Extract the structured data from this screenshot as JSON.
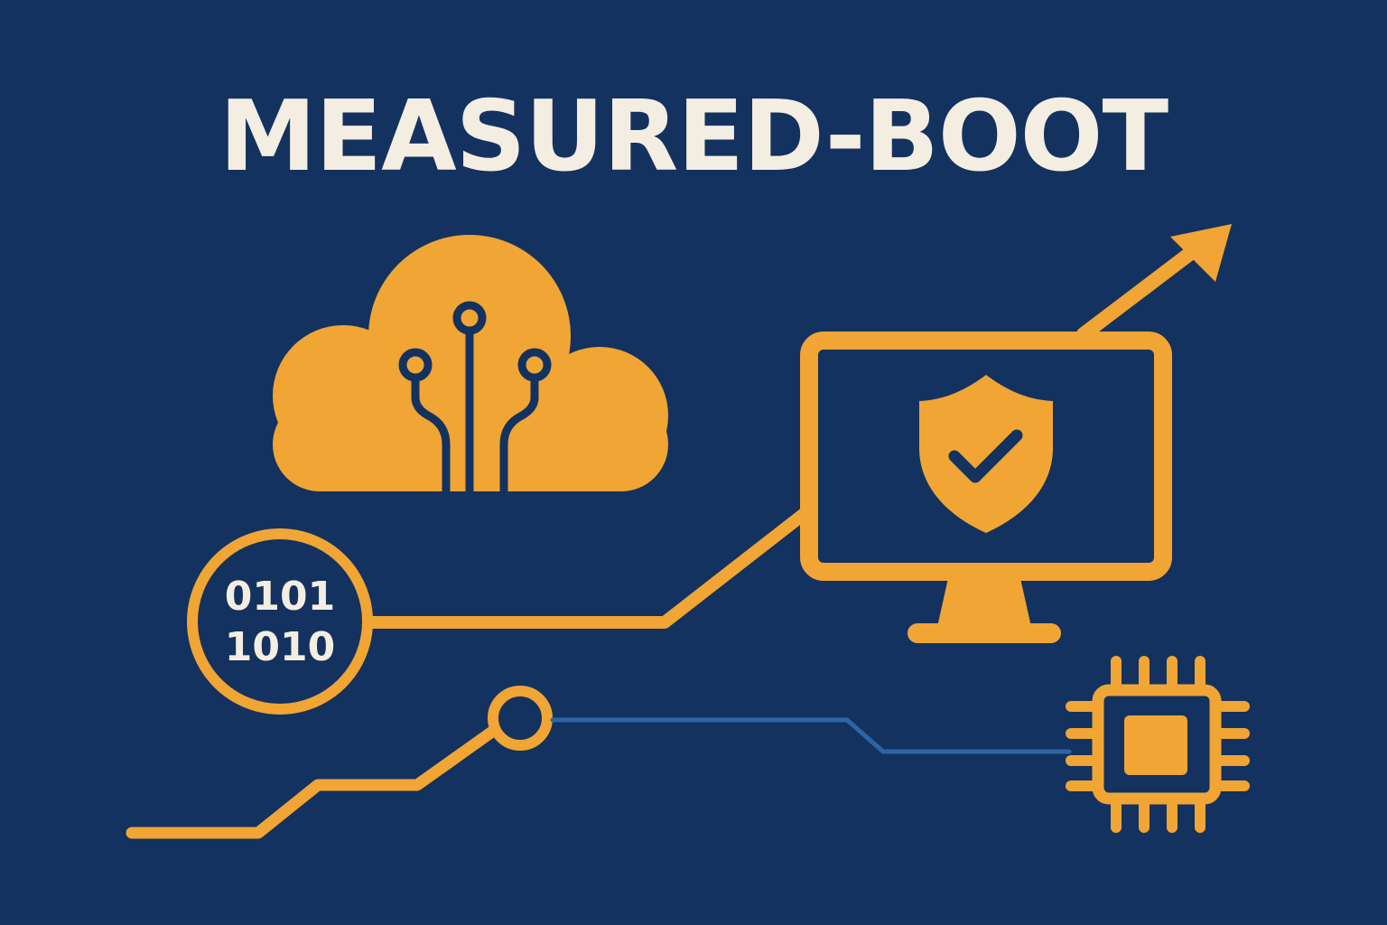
{
  "title": "MEASURED-BOOT",
  "binary": {
    "line1": "0101",
    "line2": "1010"
  },
  "icons": [
    "cloud-circuit-icon",
    "monitor-icon",
    "shield-check-icon",
    "binary-circle-icon",
    "cpu-chip-icon",
    "trend-arrow-icon",
    "circuit-node-icon"
  ],
  "colors": {
    "background": "#13325f",
    "accent": "#f0a534",
    "title_text": "#f4ede1",
    "trace_blue": "#2b65a5"
  }
}
